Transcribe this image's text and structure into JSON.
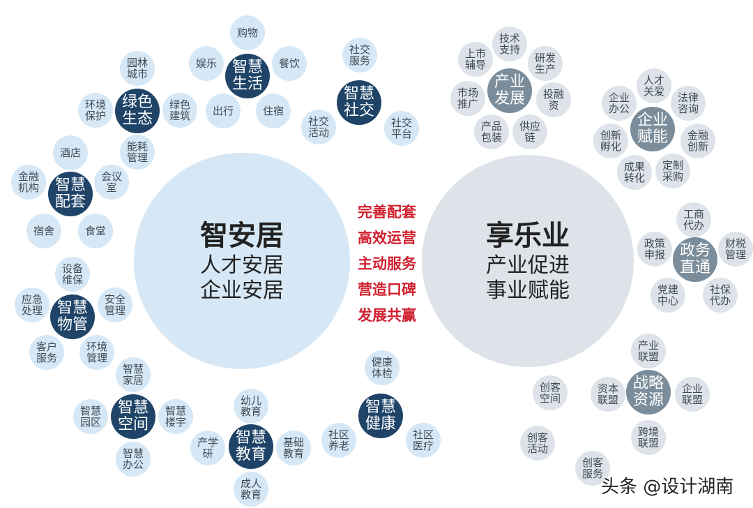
{
  "colors": {
    "leaf_blue": "#d6e8f5",
    "leaf_gray": "#dde3e8",
    "hub_blue": "#1f4468",
    "hub_gray": "#7b8d9b",
    "slogan_red": "#d0202f"
  },
  "main_left": {
    "title": "智安居",
    "line1": "人才安居",
    "line2": "企业安居"
  },
  "main_right": {
    "title": "享乐业",
    "line1": "产业促进",
    "line2": "事业赋能"
  },
  "slogans": [
    "完善配套",
    "高效运营",
    "主动服务",
    "营造口碑",
    "发展共赢"
  ],
  "clusters": {
    "green_eco": {
      "hub": "绿色\n生态",
      "leaves": [
        "园林\n城市",
        "环境\n保护",
        "绿色\n建筑",
        "能耗\n管理"
      ]
    },
    "smart_life": {
      "hub": "智慧\n生活",
      "leaves": [
        "购物",
        "娱乐",
        "餐饮",
        "出行",
        "住宿"
      ]
    },
    "smart_social": {
      "hub": "智慧\n社交",
      "leaves": [
        "社交\n服务",
        "社交\n活动",
        "社交\n平台"
      ]
    },
    "smart_support": {
      "hub": "智慧\n配套",
      "leaves": [
        "酒店",
        "金融\n机构",
        "会议\n室",
        "宿舍",
        "食堂"
      ]
    },
    "smart_property": {
      "hub": "智慧\n物管",
      "leaves": [
        "设备\n维保",
        "应急\n处理",
        "安全\n管理",
        "客户\n服务",
        "环境\n管理"
      ]
    },
    "smart_space": {
      "hub": "智慧\n空间",
      "leaves": [
        "智慧\n家居",
        "智慧\n园区",
        "智慧\n楼宇",
        "智慧\n办公"
      ]
    },
    "smart_edu": {
      "hub": "智慧\n教育",
      "leaves": [
        "幼儿\n教育",
        "产学\n研",
        "基础\n教育",
        "成人\n教育"
      ]
    },
    "smart_health": {
      "hub": "智慧\n健康",
      "leaves": [
        "健康\n体检",
        "社区\n养老",
        "社区\n医疗"
      ]
    },
    "industry_dev": {
      "hub": "产业\n发展",
      "leaves": [
        "技术\n支持",
        "上市\n辅导",
        "研发\n生产",
        "市场\n推广",
        "投融\n资",
        "产品\n包装",
        "供应\n链"
      ]
    },
    "enterprise_empower": {
      "hub": "企业\n赋能",
      "leaves": [
        "人才\n关爱",
        "企业\n办公",
        "法律\n咨询",
        "创新\n孵化",
        "金融\n创新",
        "成果\n转化",
        "定制\n采购"
      ]
    },
    "gov_direct": {
      "hub": "政务\n直通",
      "leaves": [
        "工商\n代办",
        "政策\n申报",
        "财税\n管理",
        "党建\n中心",
        "社保\n代办"
      ]
    },
    "strategic_res": {
      "hub": "战略\n资源",
      "leaves": [
        "产业\n联盟",
        "资本\n联盟",
        "企业\n联盟",
        "跨境\n联盟"
      ]
    },
    "maker": {
      "leaves": [
        "创客\n空间",
        "创客\n活动",
        "创客\n服务"
      ]
    }
  },
  "watermark": "头条 @设计湖南"
}
